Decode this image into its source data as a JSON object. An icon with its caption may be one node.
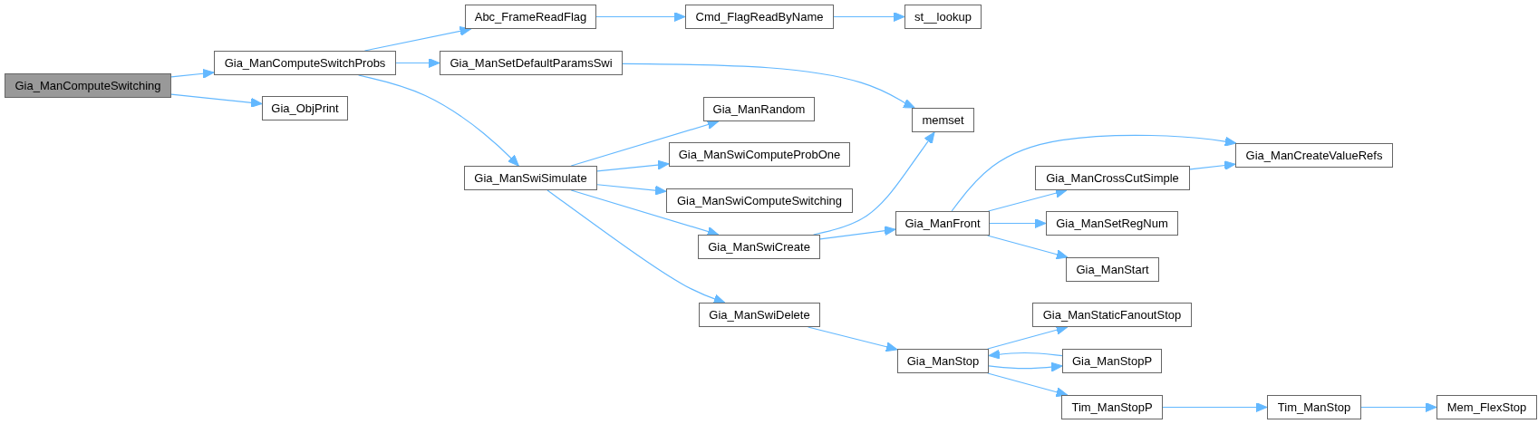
{
  "diagram": {
    "nodes": [
      {
        "text": [
          "Gia_ManComputeSwitching"
        ]
      },
      {
        "text": [
          "Gia_ManComputeSwitchProbs"
        ]
      },
      {
        "text": [
          "Gia_ObjPrint"
        ]
      },
      {
        "text": [
          "Abc_FrameReadFlag"
        ]
      },
      {
        "text": [
          "Gia_ManSetDefaultParamsSwi"
        ]
      },
      {
        "text": [
          "Gia_ManSwiSimulate"
        ]
      },
      {
        "text": [
          "Cmd_FlagReadByName"
        ]
      },
      {
        "text": [
          "st__lookup"
        ]
      },
      {
        "text": [
          "memset"
        ]
      },
      {
        "text": [
          "Gia_ManRandom"
        ]
      },
      {
        "text": [
          "Gia_ManSwiComputeProbOne"
        ]
      },
      {
        "text": [
          "Gia_ManSwiComputeSwitching"
        ]
      },
      {
        "text": [
          "Gia_ManSwiCreate"
        ]
      },
      {
        "text": [
          "Gia_ManSwiDelete"
        ]
      },
      {
        "text": [
          "Gia_ManFront"
        ]
      },
      {
        "text": [
          "Gia_ManCreateValueRefs"
        ]
      },
      {
        "text": [
          "Gia_ManCrossCutSimple"
        ]
      },
      {
        "text": [
          "Gia_ManSetRegNum"
        ]
      },
      {
        "text": [
          "Gia_ManStart"
        ]
      },
      {
        "text": [
          "Gia_ManStaticFanoutStop"
        ]
      },
      {
        "text": [
          "Gia_ManStop"
        ]
      },
      {
        "text": [
          "Gia_ManStopP"
        ]
      },
      {
        "text": [
          "Tim_ManStopP"
        ]
      },
      {
        "text": [
          "Tim_ManStop"
        ]
      },
      {
        "text": [
          "Mem_FlexStop"
        ]
      }
    ],
    "edges": [
      {
        "from": 0,
        "to": 1,
        "arrow": "to"
      },
      {
        "from": 0,
        "to": 2,
        "arrow": "to"
      },
      {
        "from": 1,
        "to": 3,
        "arrow": "to"
      },
      {
        "from": 1,
        "to": 4,
        "arrow": "to"
      },
      {
        "from": 1,
        "to": 5,
        "arrow": "to"
      },
      {
        "from": 3,
        "to": 6,
        "arrow": "to"
      },
      {
        "from": 6,
        "to": 7,
        "arrow": "to"
      },
      {
        "from": 4,
        "to": 8,
        "arrow": "to"
      },
      {
        "from": 5,
        "to": 9,
        "arrow": "to"
      },
      {
        "from": 5,
        "to": 10,
        "arrow": "to"
      },
      {
        "from": 5,
        "to": 11,
        "arrow": "to"
      },
      {
        "from": 5,
        "to": 12,
        "arrow": "to"
      },
      {
        "from": 5,
        "to": 13,
        "arrow": "to"
      },
      {
        "from": 12,
        "to": 8,
        "arrow": "to"
      },
      {
        "from": 12,
        "to": 14,
        "arrow": "to"
      },
      {
        "from": 14,
        "to": 15,
        "arrow": "to"
      },
      {
        "from": 14,
        "to": 16,
        "arrow": "to"
      },
      {
        "from": 14,
        "to": 17,
        "arrow": "to"
      },
      {
        "from": 14,
        "to": 18,
        "arrow": "to"
      },
      {
        "from": 16,
        "to": 15,
        "arrow": "to"
      },
      {
        "from": 13,
        "to": 20,
        "arrow": "to"
      },
      {
        "from": 20,
        "to": 19,
        "arrow": "to"
      },
      {
        "from": 20,
        "to": 21,
        "arrow": "to"
      },
      {
        "from": 21,
        "to": 20,
        "arrow": "to"
      },
      {
        "from": 20,
        "to": 22,
        "arrow": "to"
      },
      {
        "from": 22,
        "to": 23,
        "arrow": "to"
      },
      {
        "from": 23,
        "to": 24,
        "arrow": "to"
      }
    ]
  }
}
